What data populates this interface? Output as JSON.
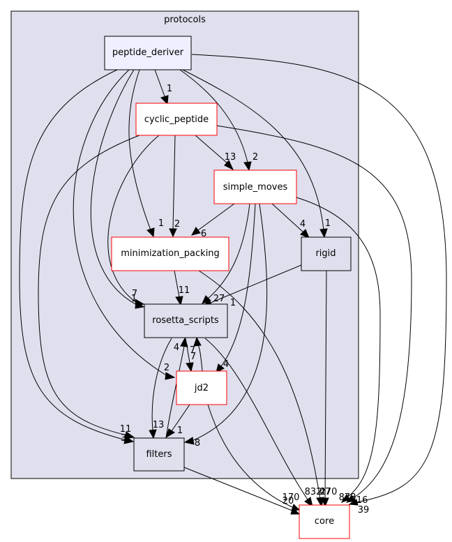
{
  "cluster": {
    "label": "protocols"
  },
  "nodes": {
    "peptide_deriver": "peptide_deriver",
    "cyclic_peptide": "cyclic_peptide",
    "simple_moves": "simple_moves",
    "minimization_packing": "minimization_packing",
    "rigid": "rigid",
    "rosetta_scripts": "rosetta_scripts",
    "jd2": "jd2",
    "filters": "filters",
    "core": "core"
  },
  "edge_labels": {
    "pd_cp": "1",
    "pd_sm": "2",
    "pd_mp": "1",
    "pd_rigid": "1",
    "pd_rs": "1",
    "pd_jd2": "2",
    "pd_filters": "3",
    "pd_core": "39",
    "cp_sm": "13",
    "cp_mp": "2",
    "cp_rs": "7",
    "cp_filters": "11",
    "cp_core": "316",
    "sm_mp": "6",
    "sm_rigid": "4",
    "sm_rs": "27",
    "sm_jd2": "4",
    "sm_filters": "8",
    "sm_core": "878",
    "mp_rs": "11",
    "mp_core": "270",
    "rigid_rs": "1",
    "rigid_core": "47",
    "rs_jd2": "7",
    "rs_filters": "13",
    "rs_core": "832",
    "jd2_rs": "7",
    "jd2_filters": "1",
    "jd2_core": "20",
    "filters_rs": "4",
    "filters_core": "170"
  },
  "colors": {
    "cluster_fill": "#dfdfee",
    "node_fill": "#ffffff",
    "focus_fill": "#efefff",
    "red_border": "#ff0000"
  }
}
